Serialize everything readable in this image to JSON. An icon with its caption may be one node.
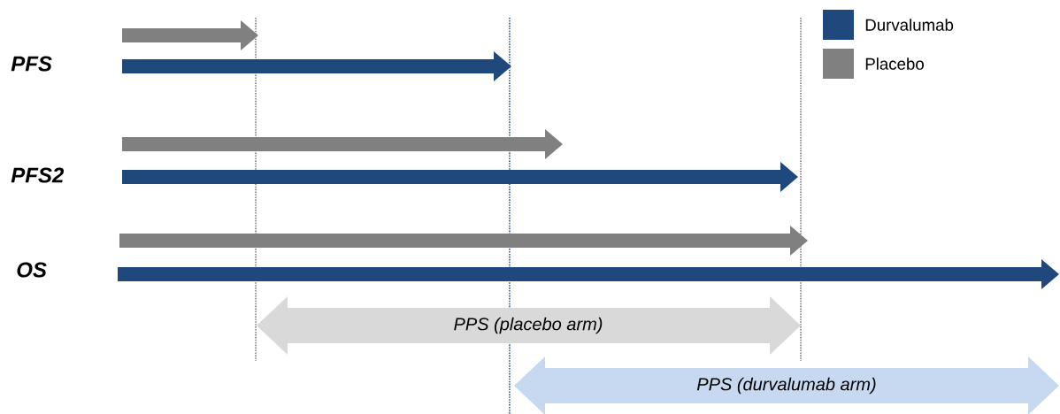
{
  "diagram": {
    "nodes": [
      {
        "text": [
          "PPS (placebo arm)"
        ]
      },
      {
        "text": [
          "PPS (durvalumab arm)"
        ]
      }
    ],
    "edges": [],
    "labels": [
      "PFS",
      "PFS2",
      "OS"
    ],
    "legend": [
      {
        "text": "Durvalumab",
        "color": "#1f497d"
      },
      {
        "text": "Placebo",
        "color": "#808080"
      }
    ]
  }
}
